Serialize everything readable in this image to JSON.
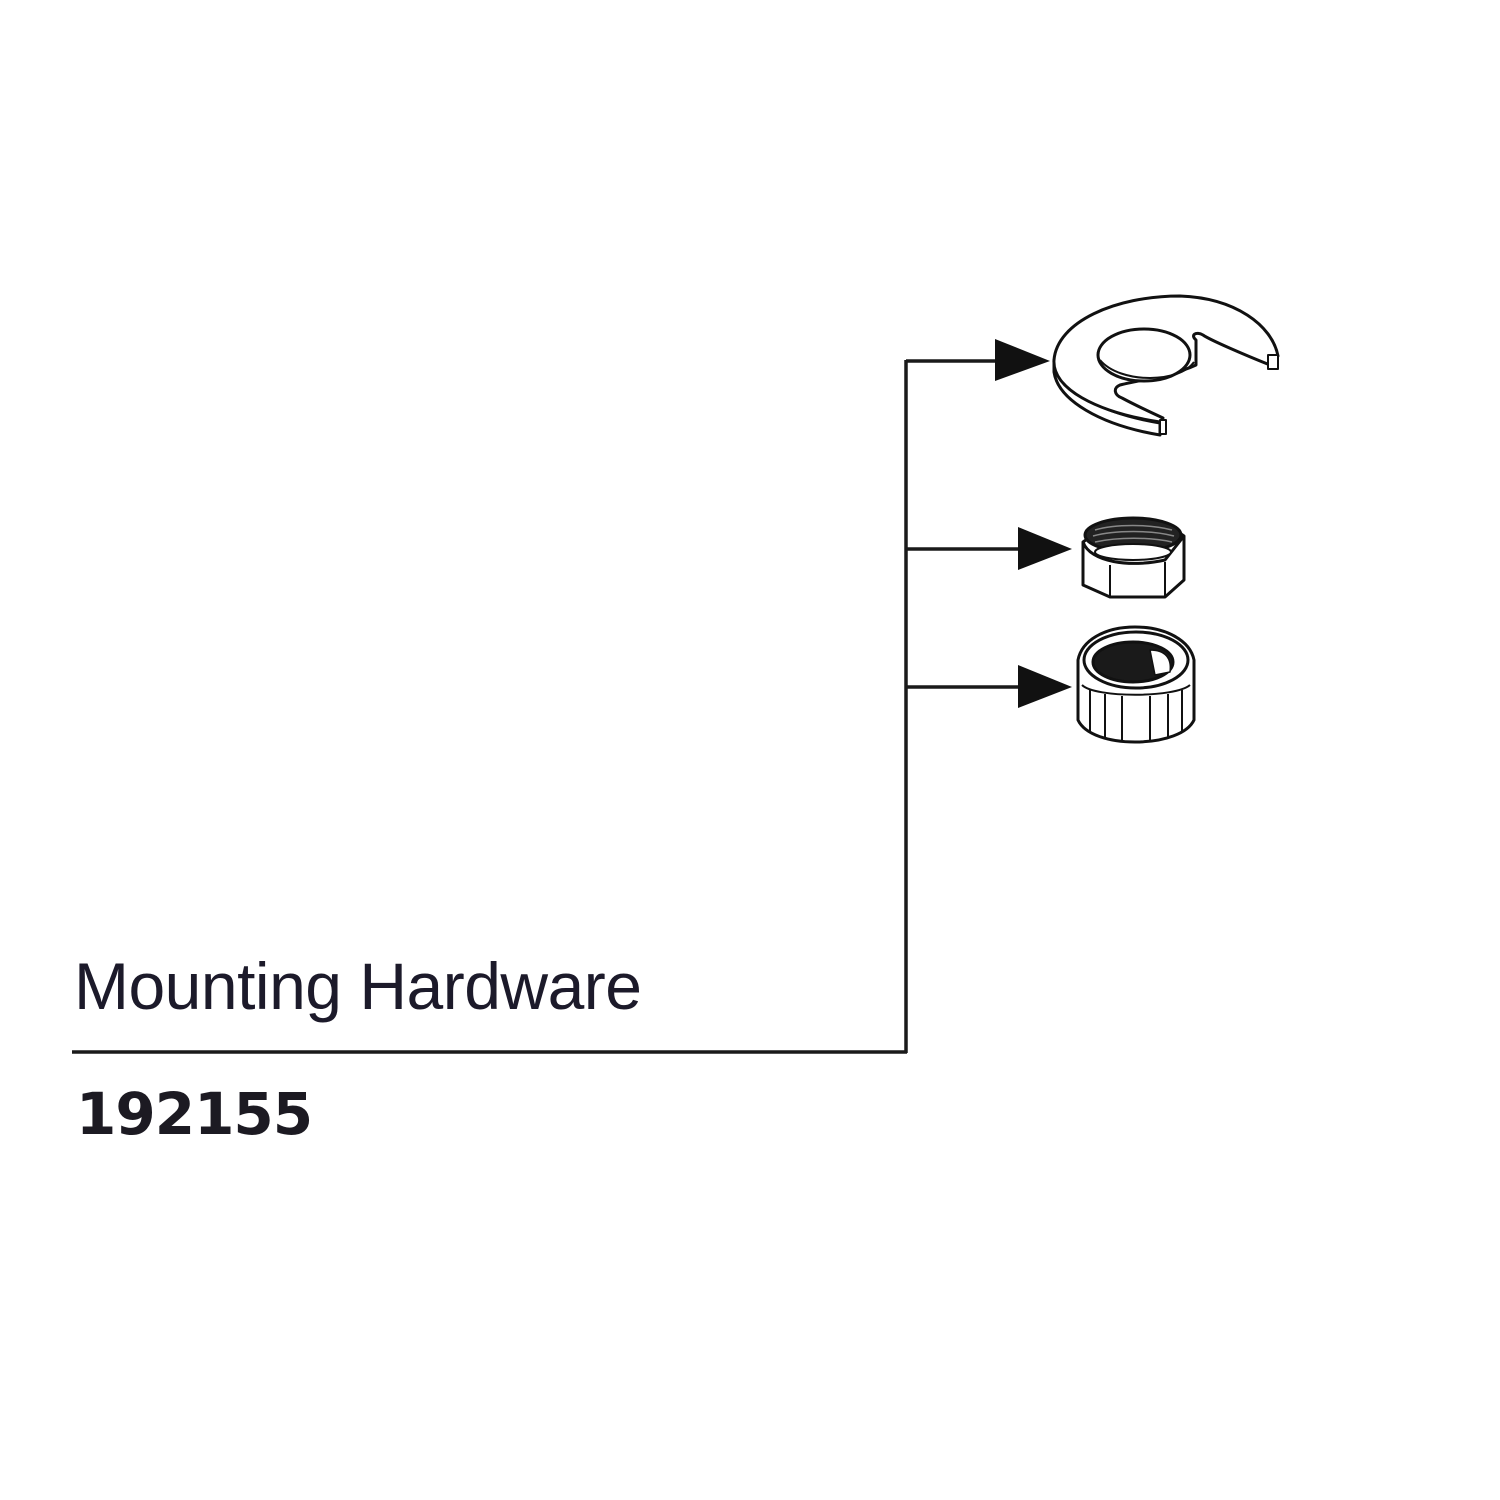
{
  "diagram": {
    "title": "Mounting Hardware",
    "part_number": "192155",
    "colors": {
      "background": "#ffffff",
      "line": "#1a1a1a",
      "text": "#1c1a2a"
    },
    "components": [
      {
        "name": "C-shaped slotted washer / mounting bracket",
        "icon": "c-washer-icon"
      },
      {
        "name": "Hex nut",
        "icon": "hex-nut-icon"
      },
      {
        "name": "Coupling nut",
        "icon": "coupling-nut-icon"
      }
    ]
  }
}
